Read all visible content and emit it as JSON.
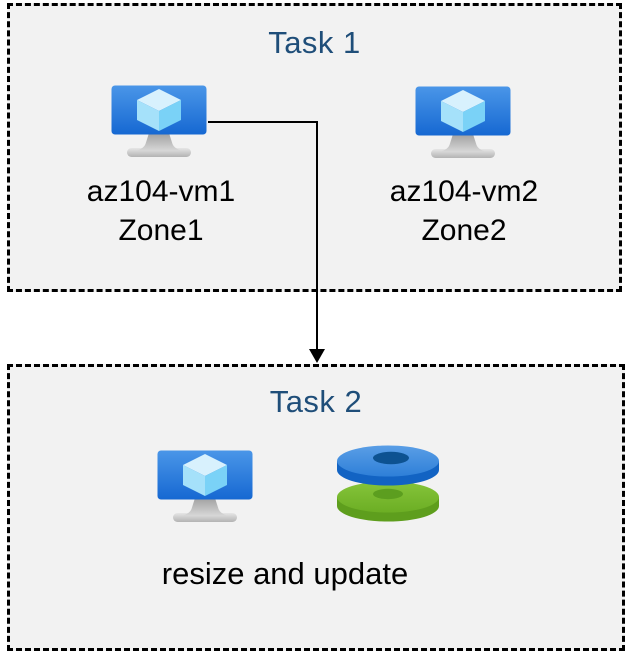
{
  "diagram": {
    "task1": {
      "title": "Task 1",
      "vms": [
        {
          "name": "az104-vm1",
          "zone": "Zone1",
          "icon": "azure-virtual-machine-icon"
        },
        {
          "name": "az104-vm2",
          "zone": "Zone2",
          "icon": "azure-virtual-machine-icon"
        }
      ]
    },
    "task2": {
      "title": "Task 2",
      "caption": "resize and update",
      "icons": [
        "azure-virtual-machine-icon",
        "azure-managed-disks-icon"
      ]
    },
    "arrow": {
      "from": "az104-vm1",
      "to": "Task 2"
    },
    "colors": {
      "title_text": "#1f4e79",
      "label_text": "#000000",
      "box_background": "#f2f2f2",
      "box_border": "#000000",
      "arrow": "#000000",
      "vm_monitor_top": "#4a96e8",
      "vm_monitor_bottom": "#1668d2",
      "cube_top": "#d8f1fd",
      "cube_left": "#a5e1fa",
      "cube_right": "#7ad2f7",
      "disk_blue_top": "#4f96e3",
      "disk_blue_rim": "#1263c3",
      "disk_blue_hole": "#0d5291",
      "disk_green_top": "#79ba2e",
      "disk_green_rim": "#5e9e1d",
      "disk_green_hole": "#5c9e1f"
    }
  }
}
